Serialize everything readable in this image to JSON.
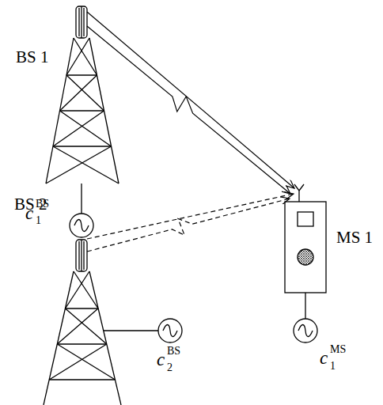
{
  "diagram": {
    "nodes": [
      {
        "text": [
          "BS 1"
        ]
      },
      {
        "text": [
          "BS 2"
        ]
      },
      {
        "text": [
          "MS 1"
        ]
      }
    ],
    "edges": [
      {
        "from": 0,
        "to": 2,
        "arrow": "to"
      },
      {
        "from": 0,
        "to": 2,
        "arrow": "to"
      },
      {
        "from": 1,
        "to": 2,
        "arrow": "to"
      },
      {
        "from": 1,
        "to": 2,
        "arrow": "to"
      }
    ],
    "labels": [
      "c",
      "BS",
      "1",
      "c",
      "BS",
      "2",
      "c",
      "MS",
      "1"
    ]
  }
}
